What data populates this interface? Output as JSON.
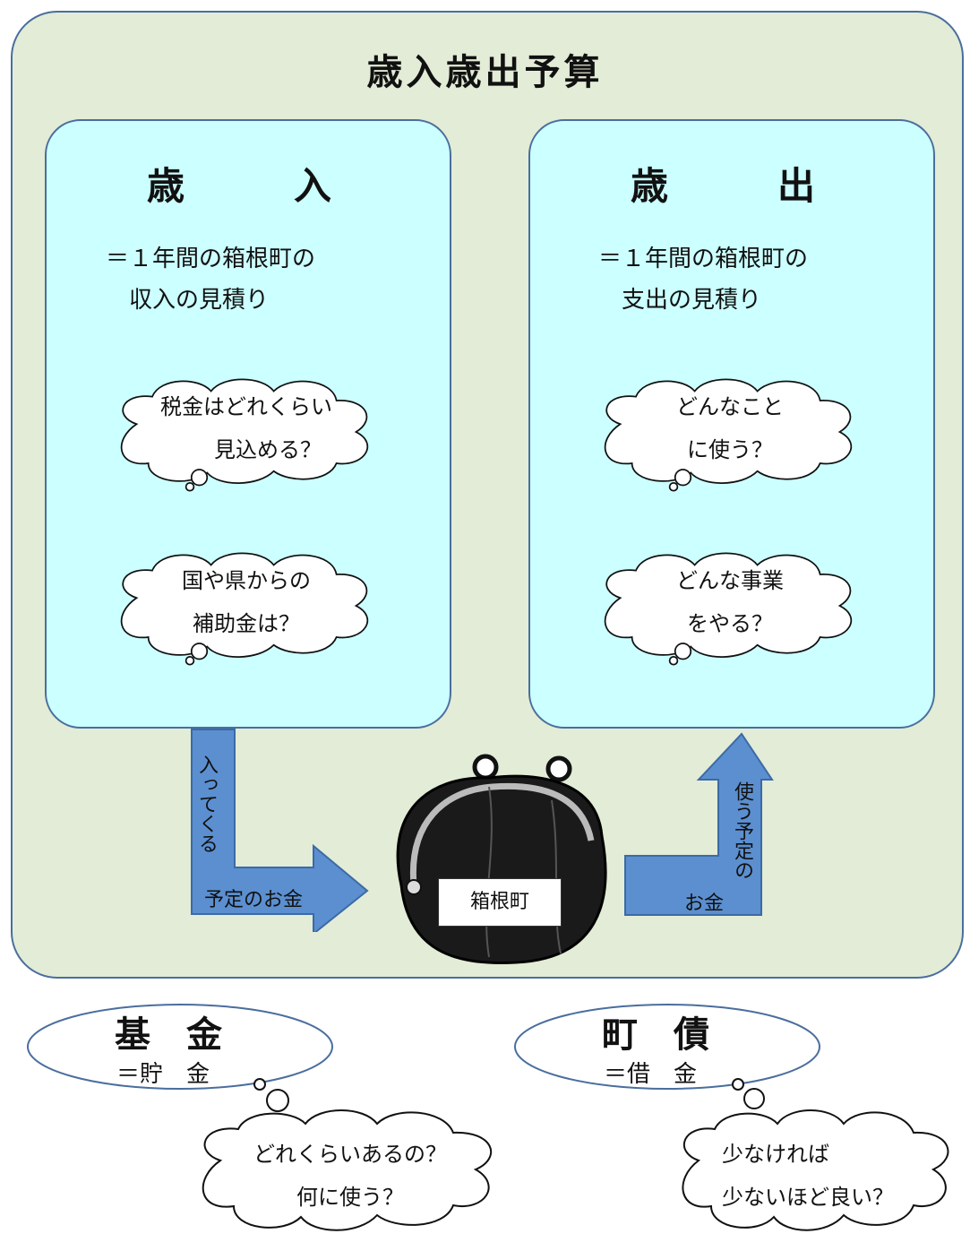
{
  "title": "歳入歳出予算",
  "revenue": {
    "heading": "歳　入",
    "desc": "＝１年間の箱根町の\n　収入の見積り",
    "bubbles": [
      "税金はどれくらい\n　　見込める？",
      "国や県からの\n補助金は？"
    ]
  },
  "expenditure": {
    "heading": "歳　出",
    "desc": "＝１年間の箱根町の\n　支出の見積り",
    "bubbles": [
      "どんなこと\nに使う？",
      "どんな事業\nをやる？"
    ]
  },
  "flow": {
    "in_vertical": "入ってくる",
    "in_horizontal": "予定のお金",
    "purse_label": "箱根町",
    "out_vertical": "使う予定の",
    "out_horizontal": "お金"
  },
  "fund": {
    "title": "基金",
    "subtitle": "＝貯　金",
    "bubble": "どれくらいあるの？\n何に使う？"
  },
  "bond": {
    "title": "町債",
    "subtitle": "＝借　金",
    "bubble": "少なければ\n少ないほど良い？"
  },
  "colors": {
    "outer_fill": "#e2ecd6",
    "panel_fill": "#ccffff",
    "border": "#4a6e9e",
    "arrow_fill": "#5b8fd0",
    "purse": "#1a1a1a"
  },
  "icons": [
    "thought-cloud-icon",
    "coin-purse-icon",
    "arrow-icon"
  ]
}
